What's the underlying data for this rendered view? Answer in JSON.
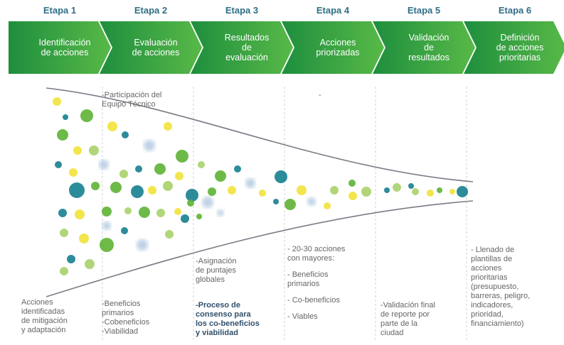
{
  "colors": {
    "chevron_dark": "#1e8e3e",
    "chevron_light": "#58b947",
    "stage_title": "#2f6f86",
    "funnel_line": "#7a7a86",
    "dot_yellow": "#f2e23a",
    "dot_green": "#5db234",
    "dot_lightgreen": "#a8d26a",
    "dot_teal": "#16808f",
    "dot_blue": "#9cb9d8"
  },
  "stages": [
    {
      "title": "Etapa 1",
      "text": [
        "Identificación",
        "de acciones"
      ]
    },
    {
      "title": "Etapa 2",
      "text": [
        "Evaluación",
        "de acciones"
      ]
    },
    {
      "title": "Etapa 3",
      "text": [
        "Resultados",
        "de",
        "evaluación"
      ]
    },
    {
      "title": "Etapa 4",
      "text": [
        "Acciones",
        "priorizadas"
      ]
    },
    {
      "title": "Etapa 5",
      "text": [
        "Validación",
        "de",
        "resultados"
      ]
    },
    {
      "title": "Etapa 6",
      "text": [
        "Definición",
        "de acciones",
        "prioritarias"
      ]
    }
  ],
  "notes": {
    "stage2_top": [
      "-Participación del",
      "Equipo Técnico"
    ],
    "stage4_top": [
      "-"
    ],
    "stage1_bottom": [
      "Acciones",
      "identificadas",
      "de mitigación",
      "y adaptación"
    ],
    "stage2_bottom": [
      "-Beneficios",
      "primarios",
      "-Cobeneficios",
      "-Viabilidad"
    ],
    "stage3_mid": [
      "-Asignación",
      "de puntajes",
      "globales"
    ],
    "stage3_bottom": [
      "-Proceso de",
      "consenso para",
      "los co-beneficios",
      "y viabilidad"
    ],
    "stage4_bottom": [
      "- 20-30 acciones",
      "con mayores:",
      "",
      "- Beneficios",
      "primarios",
      "",
      "- Co-beneficios",
      "",
      "- Viables"
    ],
    "stage5_bottom": [
      "-Validación final",
      "de reporte por",
      "parte de la",
      "ciudad"
    ],
    "stage6_bottom": [
      "- Llenado de",
      "plantillas de",
      "acciones",
      "prioritarias",
      "(presupuesto,",
      "barreras, peligro,",
      "indicadores,",
      "prioridad,",
      "financiamiento)"
    ]
  }
}
